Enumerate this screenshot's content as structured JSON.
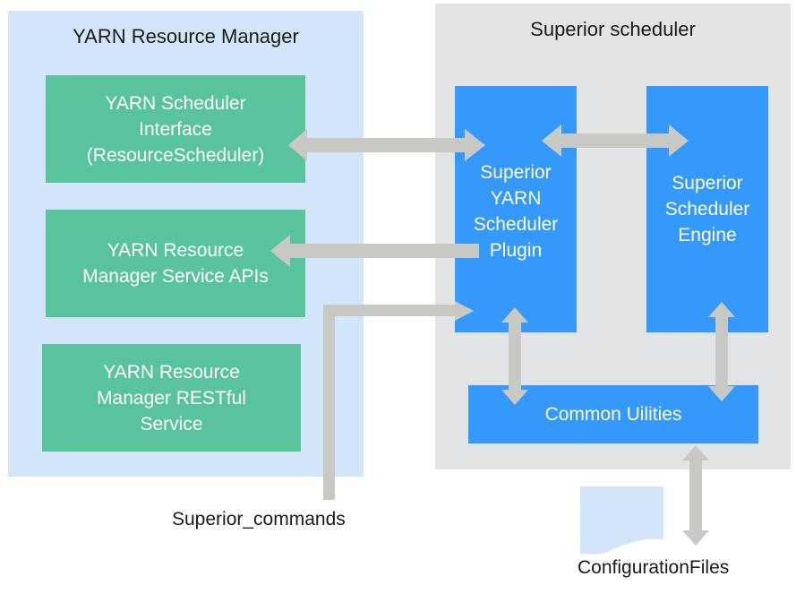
{
  "colors": {
    "yarn_panel": "#d3e6f9",
    "superior_panel": "#e1e3e5",
    "green_box": "#59c39d",
    "blue_box": "#3499fb",
    "connector": "#c8c9c5",
    "file_icon": "#d3e6f9"
  },
  "yarn_rm": {
    "title": "YARN Resource Manager",
    "scheduler_interface": "YARN Scheduler\nInterface\n(ResourceScheduler)",
    "service_apis": "YARN Resource\nManager Service APIs",
    "restful_service": "YARN Resource\nManager RESTful\nService"
  },
  "superior": {
    "title": "Superior scheduler",
    "plugin": "Superior\nYARN\nScheduler\nPlugin",
    "engine": "Superior\nScheduler\nEngine",
    "common_utilities": "Common Uilities"
  },
  "external": {
    "commands": "Superior_commands",
    "config_files": "ConfigurationFiles",
    "file_icon": "document-icon"
  }
}
